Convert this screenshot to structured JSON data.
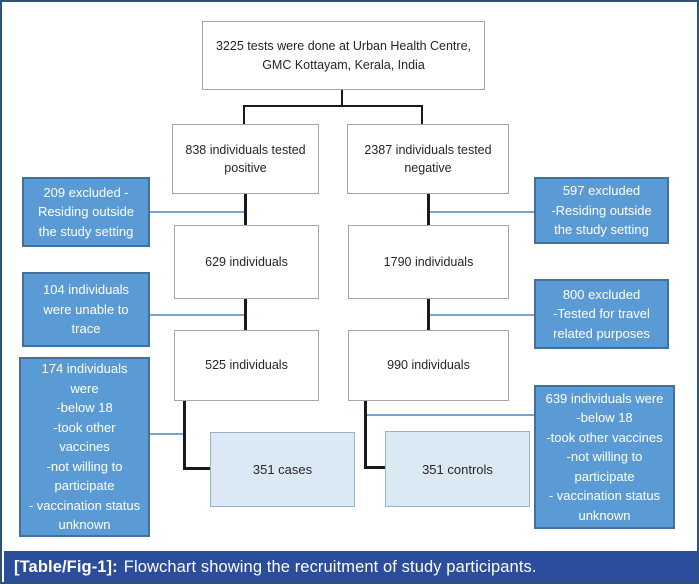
{
  "flowchart": {
    "main_nodes": {
      "tests_total": "3225 tests were done at Urban Health Centre,\nGMC Kottayam, Kerala, India",
      "tested_positive": "838 individuals tested\npositive",
      "tested_negative": "2387 individuals tested\nnegative",
      "positive_after_exclusion_1": "629 individuals",
      "negative_after_exclusion_1": "1790 individuals",
      "positive_after_exclusion_2": "525 individuals",
      "negative_after_exclusion_2": "990 individuals",
      "cases": "351 cases",
      "controls": "351 controls"
    },
    "exclusion_nodes": {
      "left_1": "209 excluded -\nResiding outside\nthe study setting",
      "left_2": "104 individuals\nwere unable to\ntrace",
      "left_3": "174 individuals\nwere\n-below 18\n-took other\nvaccines\n-not willing to\nparticipate\n- vaccination status\nunknown",
      "right_1": "597 excluded\n-Residing outside\nthe study setting",
      "right_2": "800 excluded\n-Tested for travel\nrelated purposes",
      "right_3": "639 individuals were\n-below 18\n-took other vaccines\n-not willing to\nparticipate\n- vaccination status\nunknown"
    }
  },
  "caption": {
    "tag": "[Table/Fig-1]:",
    "text": "Flowchart showing the recruitment of study participants."
  },
  "colors": {
    "exclusion_fill": "#5b9bd5",
    "exclusion_border": "#41719c",
    "result_fill": "#dbe9f5",
    "result_border": "#9ab2c9",
    "caption_bg": "#2b4d9c",
    "connector_black": "#1a1a1a",
    "connector_blue": "#7ba4cc",
    "frame_border": "#2d5379",
    "main_border": "#a6a6a6"
  }
}
